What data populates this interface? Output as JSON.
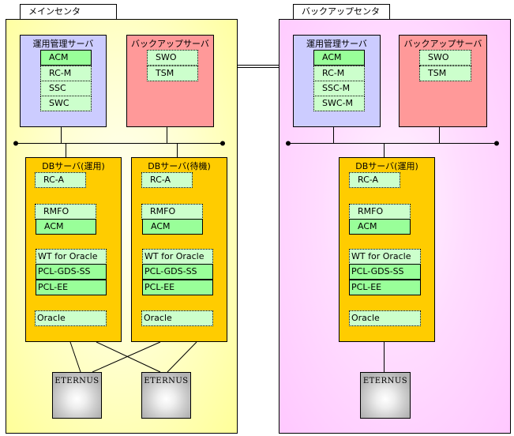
{
  "main_center": {
    "label": "メインセンタ",
    "ops_server": {
      "title": "運用管理サーバ",
      "components": [
        "ACM",
        "RC-M",
        "SSC",
        "SWC"
      ]
    },
    "backup_server": {
      "title": "バックアップサーバ",
      "components": [
        "SWO",
        "TSM"
      ]
    },
    "db_servers": [
      {
        "title": "DBサーバ(運用)",
        "rc": "RC-A",
        "rmfo": "RMFO",
        "acm": "ACM",
        "wt": "WT for Oracle",
        "pcl_gds": "PCL-GDS-SS",
        "pcl_ee": "PCL-EE",
        "oracle": "Oracle"
      },
      {
        "title": "DBサーバ(待機)",
        "rc": "RC-A",
        "rmfo": "RMFO",
        "acm": "ACM",
        "wt": "WT for Oracle",
        "pcl_gds": "PCL-GDS-SS",
        "pcl_ee": "PCL-EE",
        "oracle": "Oracle"
      }
    ],
    "storage": [
      "ETERNUS",
      "ETERNUS"
    ]
  },
  "backup_center": {
    "label": "バックアップセンタ",
    "ops_server": {
      "title": "運用管理サーバ",
      "components": [
        "ACM",
        "RC-M",
        "SSC-M",
        "SWC-M"
      ]
    },
    "backup_server": {
      "title": "バックアップサーバ",
      "components": [
        "SWO",
        "TSM"
      ]
    },
    "db_server": {
      "title": "DBサーバ(運用)",
      "rc": "RC-A",
      "rmfo": "RMFO",
      "acm": "ACM",
      "wt": "WT for Oracle",
      "pcl_gds": "PCL-GDS-SS",
      "pcl_ee": "PCL-EE",
      "oracle": "Oracle"
    },
    "storage": [
      "ETERNUS"
    ]
  },
  "colors": {
    "main_center_bg": "#ffff99",
    "backup_center_bg": "#ffc8ff",
    "ops_server_bg": "#ccccff",
    "backup_server_bg": "#ff9999",
    "db_server_bg": "#ffcc00",
    "component_light": "#ccffcc",
    "component_solid": "#99ff99"
  }
}
